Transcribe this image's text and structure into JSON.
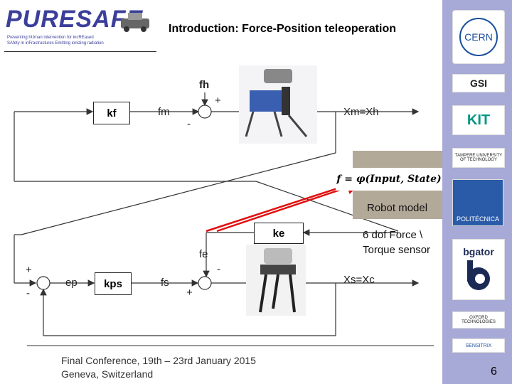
{
  "header": {
    "logo_text": "PURESAFE",
    "logo_tagline_1": "Preventing hUman intervention for incREased",
    "logo_tagline_2": "SAfety in inFrastructures Emitting ionizing radiation",
    "title": "Introduction: Force-Position teleoperation"
  },
  "diagram": {
    "kf": "kf",
    "fm": "fm",
    "fh": "fh",
    "plus_top": "+",
    "minus_top": "-",
    "xm_xh": "Xm=Xh",
    "formula": "f = φ(Input, State)",
    "robot_model": "Robot model",
    "ke": "ke",
    "fe": "fe",
    "sensor": "6 dof Force \\ Torque sensor",
    "plus_left": "+",
    "minus_left": "-",
    "ep": "ep",
    "kps": "kps",
    "fs": "fs",
    "minus_right": "-",
    "plus_bottom": "+",
    "xs_xc": "Xs=Xc"
  },
  "footer": {
    "line1": "Final Conference, 19th – 23rd January 2015",
    "line2": "Geneva, Switzerland",
    "page_number": "6"
  },
  "sponsors": [
    "CERN",
    "GSI",
    "KIT",
    "TAMPERE UNIVERSITY OF TECHNOLOGY",
    "POLITÉCNICA",
    "bgator",
    "OXFORD TECHNOLOGIES",
    "SENSITRIX"
  ],
  "colors": {
    "sidebar": "#a7a9d6",
    "logo": "#3b3f9a",
    "arrow_red": "#e01010"
  }
}
